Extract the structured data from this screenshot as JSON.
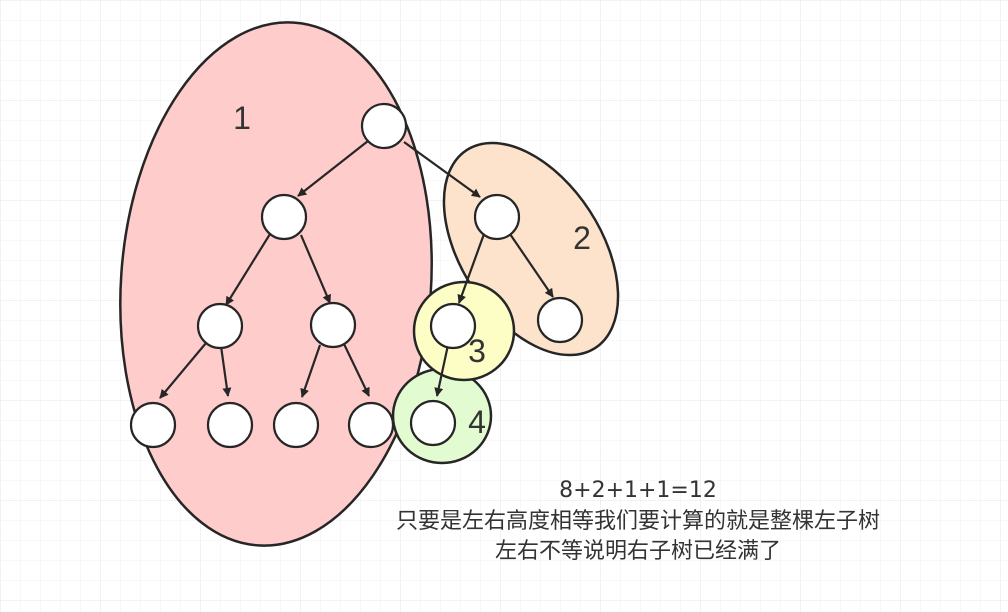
{
  "diagram": {
    "group_labels": [
      "1",
      "2",
      "3",
      "4"
    ],
    "group_colors": {
      "group1": "#ffcccc",
      "group2": "#fde3cc",
      "group3": "#fdfdc6",
      "group4": "#e3fbd0"
    },
    "node_fill": "#ffffff",
    "stroke_color": "#262626"
  },
  "caption": {
    "line1": "8+2+1+1=12",
    "line2": "只要是左右高度相等我们要计算的就是整棵左子树",
    "line3": "左右不等说明右子树已经满了"
  }
}
